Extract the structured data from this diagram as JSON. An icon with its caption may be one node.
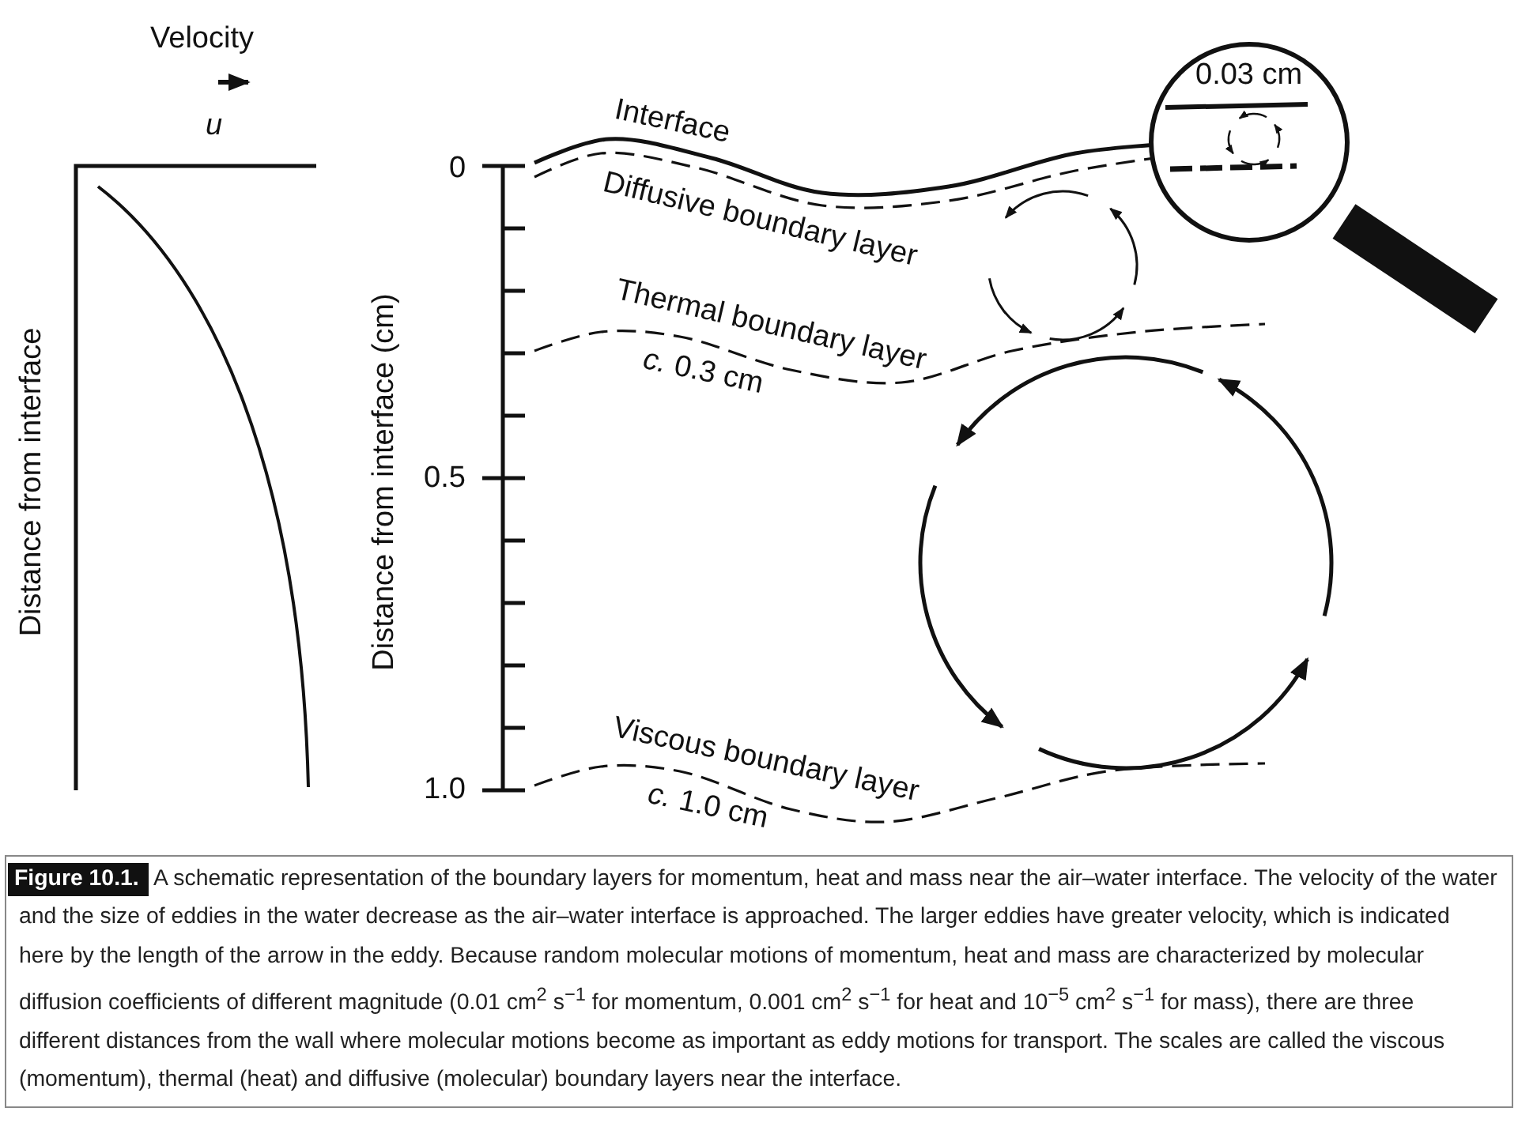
{
  "diagram": {
    "caption": "**Figure 10.1.** A schematic representation of the boundary layers for momentum, heat and mass near the air–water interface. The velocity of the water and the size of eddies in the water decrease as the air–water interface is approached. The larger eddies have greater velocity, which is indicated here by the length of the arrow in the eddy. Because random molecular motions of momentum, heat and mass are characterized by molecular diffusion coefficients of different magnitude (0.01 cm$^{2}$ s$^{−1}$ for momentum, 0.001 cm$^{2}$ s$^{−1}$ for heat and 10$^{−5}$ cm$^{2}$ s$^{−1}$ for mass), there are three different distances from the wall where molecular motions become as important as eddy motions for transport. The scales are called the viscous (momentum), thermal (heat) and diffusive (molecular) boundary layers near the interface.",
    "labels": [
      "Velocity",
      "u",
      "Distance from interface",
      "0",
      "0.5",
      "1.0",
      "Distance from interface (cm)",
      "Interface",
      "0.03 cm",
      "Diffusive boundary layer",
      "Thermal boundary layer",
      "*c.* 0.3 cm",
      "Viscous boundary layer",
      "*c.* 1.0 cm"
    ]
  }
}
